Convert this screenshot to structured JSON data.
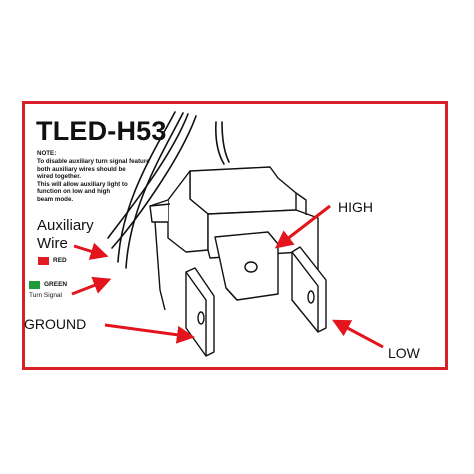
{
  "title": "TLED-H53",
  "note": {
    "heading": "NOTE:",
    "text": "To disable auxiliary turn signal feature\nboth auxiliary wires should be\nwired together.\nThis will allow auxiliary light to\nfunction on low and high\nbeam mode."
  },
  "auxiliary_wire": {
    "line1": "Auxiliary",
    "line2": "Wire"
  },
  "wires": {
    "red": {
      "label": "RED",
      "color": "#e11b22"
    },
    "green": {
      "label": "GREEN",
      "color": "#1f9c3a",
      "sublabel": "Turn Signal"
    }
  },
  "terminals": {
    "ground": "GROUND",
    "high": "HIGH",
    "low": "LOW"
  },
  "colors": {
    "frame": "#d72028",
    "arrow": "#e3141c"
  }
}
